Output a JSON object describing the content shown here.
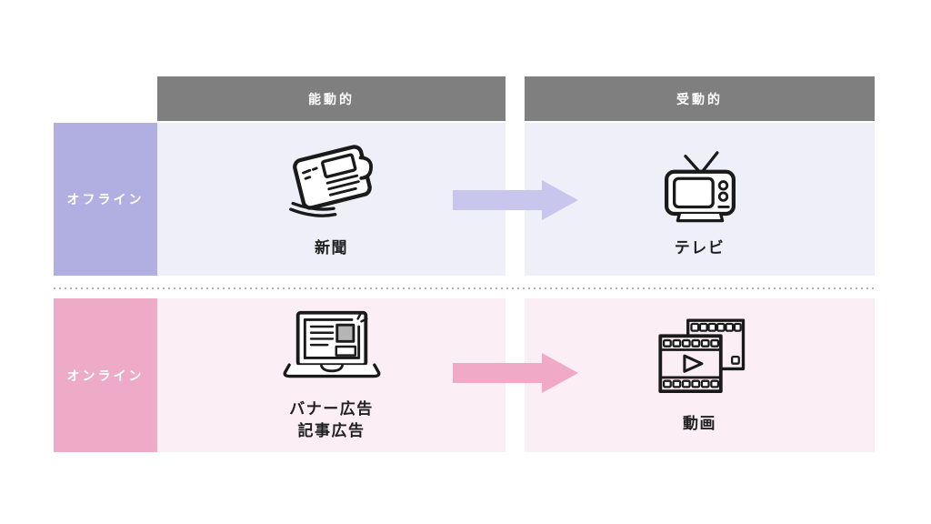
{
  "colors": {
    "header_bg": "#7F7F7F",
    "offline_label_bg": "#B1AEE1",
    "offline_cell_bg": "#EFEFF9",
    "offline_arrow": "#C8C6EC",
    "online_label_bg": "#EDABC7",
    "online_cell_bg": "#FBEEF4",
    "online_arrow": "#F0A9C6",
    "text_dark": "#1F1F1F",
    "icon_stroke": "#1A1A1A",
    "divider": "#B3B3B3"
  },
  "headers": {
    "active": "能動的",
    "passive": "受動的"
  },
  "rows": {
    "offline": {
      "label": "オフライン",
      "active_caption": "新聞",
      "active_icon": "newspaper-icon",
      "passive_caption": "テレビ",
      "passive_icon": "tv-icon"
    },
    "online": {
      "label": "オンライン",
      "active_caption_line1": "バナー広告",
      "active_caption_line2": "記事広告",
      "active_icon": "laptop-banner-ad-icon",
      "passive_caption": "動画",
      "passive_icon": "film-strip-icon"
    }
  }
}
